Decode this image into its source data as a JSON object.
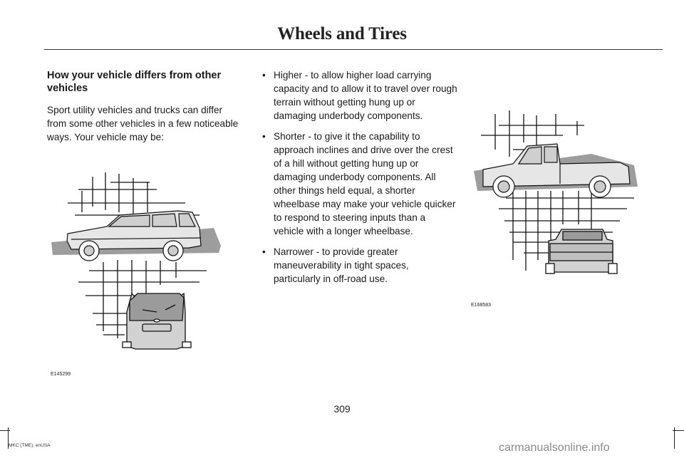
{
  "header": {
    "title": "Wheels and Tires"
  },
  "section": {
    "heading": "How your vehicle differs from other vehicles",
    "intro": "Sport utility vehicles and trucks can differ from some other vehicles in a few noticeable ways. Your vehicle may be:"
  },
  "bullets": [
    {
      "mark": "•",
      "text": "Higher - to allow higher load carrying capacity and to allow it to travel over rough terrain without getting hung up or damaging underbody components."
    },
    {
      "mark": "•",
      "text": "Shorter - to give it the capability to approach inclines and drive over the crest of a hill without getting hung up or damaging underbody components. All other things held equal, a shorter wheelbase may make your vehicle quicker to respond to steering inputs than a vehicle with a longer wheelbase."
    },
    {
      "mark": "•",
      "text": "Narrower - to provide greater maneuverability in tight spaces, particularly in off-road use."
    }
  ],
  "figures": {
    "suv_id": "E145299",
    "truck_id": "E168583"
  },
  "page": {
    "number": "309"
  },
  "footer": {
    "text": "MKC (TME), enUSA"
  },
  "watermark": {
    "text": "carmanualsonline.info"
  }
}
